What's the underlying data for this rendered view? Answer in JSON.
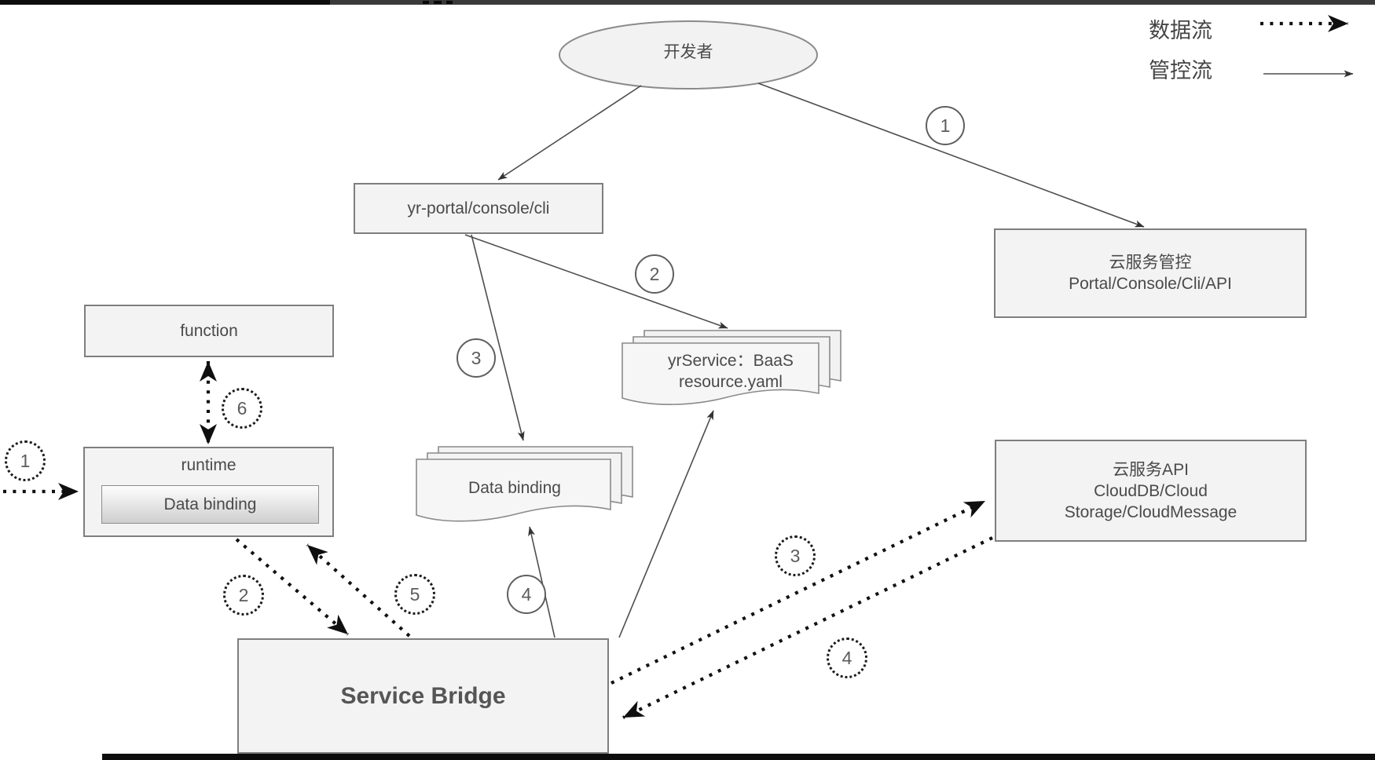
{
  "legend": {
    "data_flow_label": "数据流",
    "control_flow_label": "管控流"
  },
  "nodes": {
    "developer": {
      "label": "开发者"
    },
    "portal": {
      "label": "yr-portal/console/cli"
    },
    "cloud_control": {
      "line1": "云服务管控",
      "line2": "Portal/Console/Cli/API"
    },
    "function": {
      "label": "function"
    },
    "runtime": {
      "label": "runtime",
      "inner_label": "Data binding"
    },
    "data_binding_doc": {
      "label": "Data binding"
    },
    "yrservice_doc": {
      "line1": "yrService：BaaS",
      "line2": "resource.yaml"
    },
    "service_bridge": {
      "label": "Service Bridge"
    },
    "cloud_api": {
      "line1": "云服务API",
      "line2": "CloudDB/Cloud",
      "line3": "Storage/CloudMessage"
    }
  },
  "control_steps": [
    {
      "n": "1"
    },
    {
      "n": "2"
    },
    {
      "n": "3"
    },
    {
      "n": "4"
    }
  ],
  "data_steps": [
    {
      "n": "1"
    },
    {
      "n": "2"
    },
    {
      "n": "3"
    },
    {
      "n": "4"
    },
    {
      "n": "5"
    },
    {
      "n": "6"
    }
  ],
  "colors": {
    "node_fill": "#f3f3f3",
    "node_stroke": "#7e7e7e",
    "label_color": "#4a4a4a",
    "control_line": "#4d4d4d",
    "data_line": "#111111",
    "bar_black": "#0d0d0d",
    "bar_gray": "#3a3a3a"
  }
}
